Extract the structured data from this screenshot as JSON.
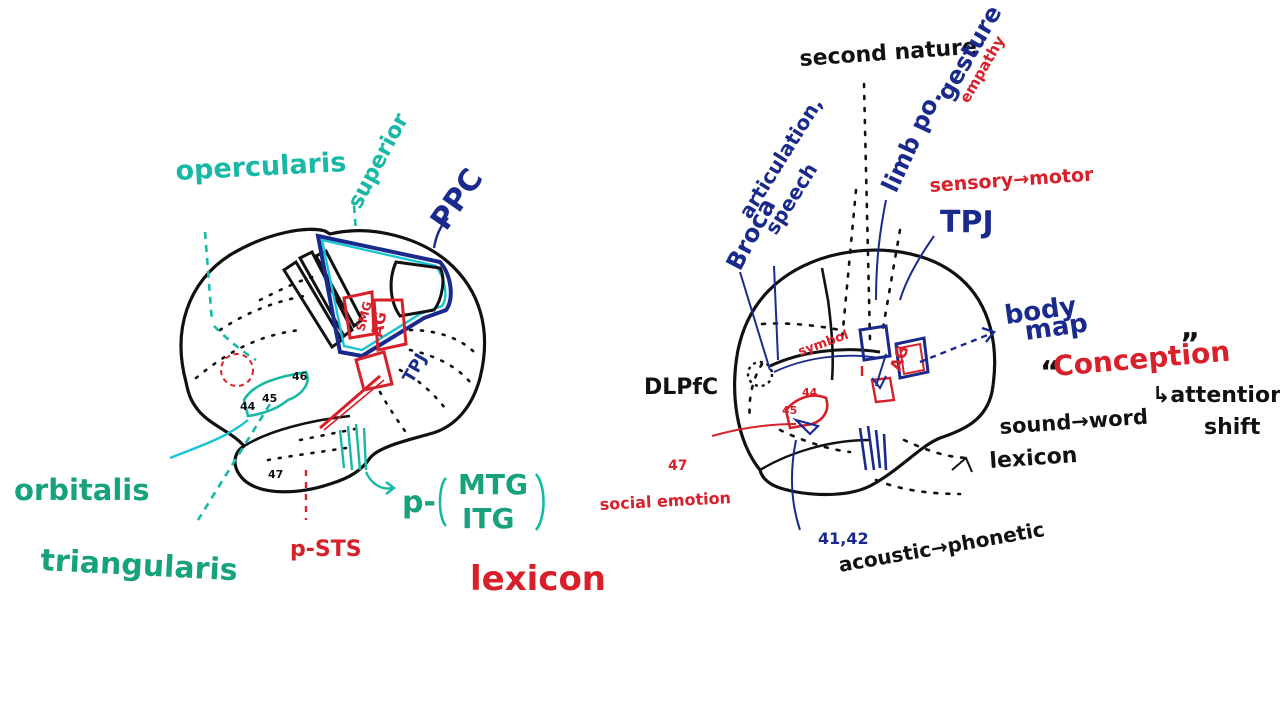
{
  "colors": {
    "teal": "#17b8a6",
    "green": "#16a37c",
    "blue": "#1a2a8c",
    "red": "#d8202a",
    "black": "#111111",
    "cyan": "#19c3d6"
  },
  "left_diagram": {
    "labels": {
      "opercularis": "opercularis",
      "superior": "superior",
      "ppc": "PPC",
      "smg": "SMG",
      "ag": "AG",
      "tpj": "TPJ",
      "orbitalis": "orbitalis",
      "triangularis": "triangularis",
      "p_sts": "p-STS",
      "p_prefix": "p-",
      "mtg": "MTG",
      "itg": "ITG",
      "lexicon": "lexicon",
      "areas": [
        "44",
        "45",
        "46",
        "47"
      ]
    }
  },
  "right_diagram": {
    "labels": {
      "second_nature": "second nature",
      "gesture": "gesture",
      "empathy": "empathy",
      "limb_po": "limb po.",
      "articulation": "articulation,",
      "speech": "speech",
      "broca": "Broca",
      "sensory_motor": "sensory→motor",
      "tpj": "TPJ",
      "body": "body",
      "map": "map",
      "conception": "Conception",
      "quote_open": "“",
      "quote_close": "”",
      "attention": "↳attention",
      "shift": "shift",
      "dlpfc": "DLPfC",
      "symbol": "symbol",
      "ag": "AG",
      "area45": "45",
      "area44": "44",
      "area47": "47",
      "social_emotion": "social emotion",
      "sound_word": "sound→word",
      "lexicon": "lexicon",
      "area4142": "41,42",
      "acoustic_phonetic": "acoustic→phonetic"
    }
  }
}
